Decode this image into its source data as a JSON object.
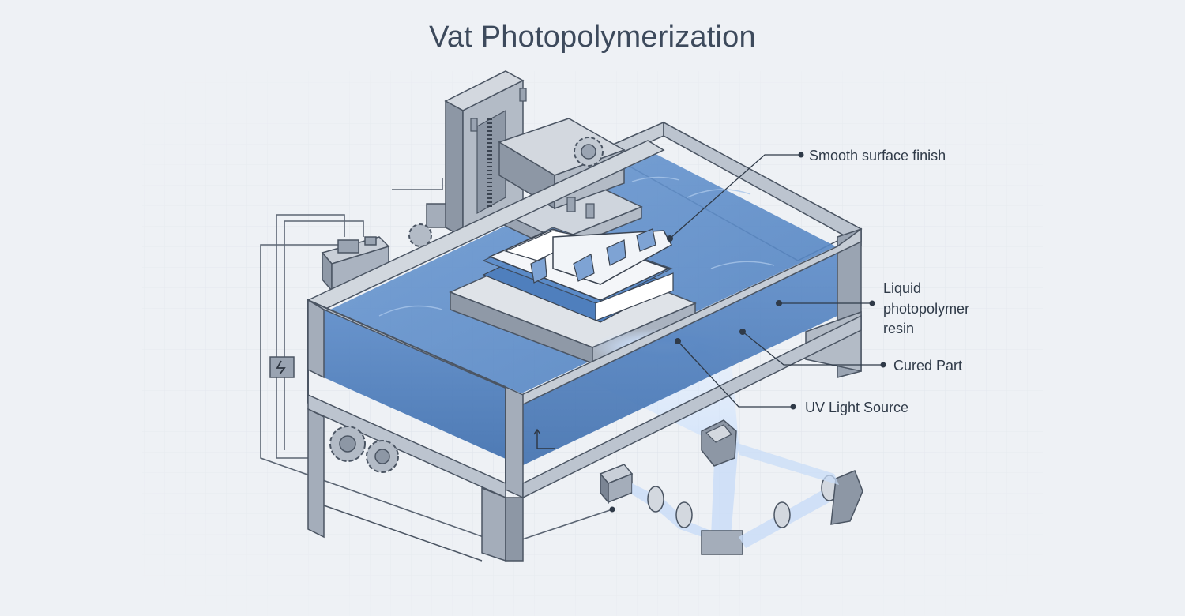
{
  "title": "Vat Photopolymerization",
  "callouts": {
    "smooth_surface": "Smooth surface finish",
    "resin_line1": "Liquid",
    "resin_line2": "photopolymer",
    "resin_line3": "resin",
    "cured_part": "Cured Part",
    "uv_source": "UV Light Source"
  },
  "colors": {
    "background": "#eef1f5",
    "frame": "#a9b2bf",
    "frame_stroke": "#4b5563",
    "resin": "#4f7fbd",
    "uv_light": "#b7d2f5",
    "title": "#3d4a5c"
  }
}
